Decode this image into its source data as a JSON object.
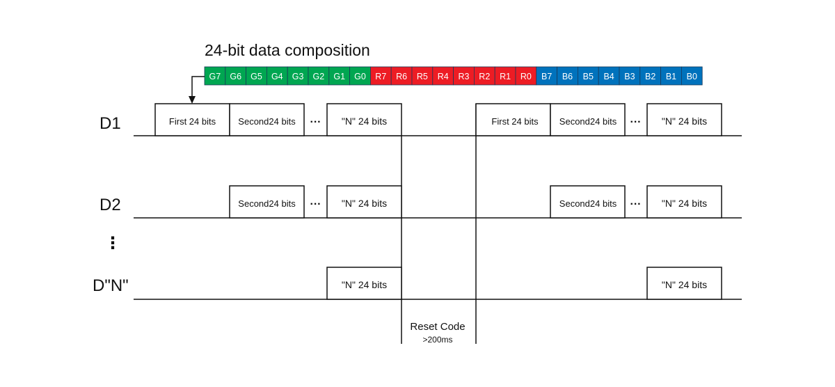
{
  "title": "24-bit data composition",
  "colors": {
    "green": "#00a651",
    "red": "#ed1c24",
    "blue": "#0072bc"
  },
  "bits": [
    {
      "label": "G7",
      "color": "green"
    },
    {
      "label": "G6",
      "color": "green"
    },
    {
      "label": "G5",
      "color": "green"
    },
    {
      "label": "G4",
      "color": "green"
    },
    {
      "label": "G3",
      "color": "green"
    },
    {
      "label": "G2",
      "color": "green"
    },
    {
      "label": "G1",
      "color": "green"
    },
    {
      "label": "G0",
      "color": "green"
    },
    {
      "label": "R7",
      "color": "red"
    },
    {
      "label": "R6",
      "color": "red"
    },
    {
      "label": "R5",
      "color": "red"
    },
    {
      "label": "R4",
      "color": "red"
    },
    {
      "label": "R3",
      "color": "red"
    },
    {
      "label": "R2",
      "color": "red"
    },
    {
      "label": "R1",
      "color": "red"
    },
    {
      "label": "R0",
      "color": "red"
    },
    {
      "label": "B7",
      "color": "blue"
    },
    {
      "label": "B6",
      "color": "blue"
    },
    {
      "label": "B5",
      "color": "blue"
    },
    {
      "label": "B4",
      "color": "blue"
    },
    {
      "label": "B3",
      "color": "blue"
    },
    {
      "label": "B2",
      "color": "blue"
    },
    {
      "label": "B1",
      "color": "blue"
    },
    {
      "label": "B0",
      "color": "blue"
    }
  ],
  "rows": {
    "d1": {
      "label": "D1"
    },
    "d2": {
      "label": "D2"
    },
    "dn": {
      "label": "D\"N\""
    }
  },
  "vdots": "⋮",
  "boxes": {
    "first": "First 24 bits",
    "second": "Second24 bits",
    "second_spaced": "Second24  bits",
    "nth": "\"N\" 24 bits"
  },
  "ellipsis": "···",
  "reset": {
    "label": "Reset Code",
    "duration": ">200ms"
  }
}
